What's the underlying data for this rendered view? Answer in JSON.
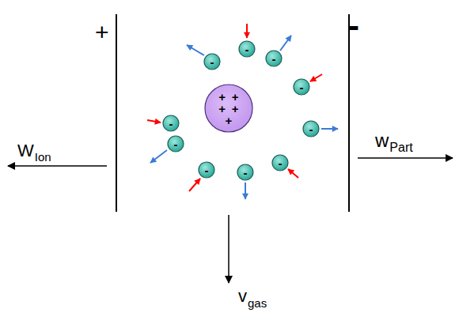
{
  "diagram": {
    "nodes": [
      {
        "text": [
          "+",
          "+",
          "+",
          "+",
          "+"
        ]
      },
      {
        "text": [
          "-"
        ]
      },
      {
        "text": [
          "-"
        ]
      },
      {
        "text": [
          "-"
        ]
      },
      {
        "text": [
          "-"
        ]
      },
      {
        "text": [
          "-"
        ]
      },
      {
        "text": [
          "-"
        ]
      },
      {
        "text": [
          "-"
        ]
      },
      {
        "text": [
          "-"
        ]
      },
      {
        "text": [
          "-"
        ]
      },
      {
        "text": [
          "-"
        ]
      }
    ],
    "labels": [
      "+",
      "-",
      "W",
      "Ion",
      "w",
      "Part",
      "v",
      "gas"
    ]
  }
}
